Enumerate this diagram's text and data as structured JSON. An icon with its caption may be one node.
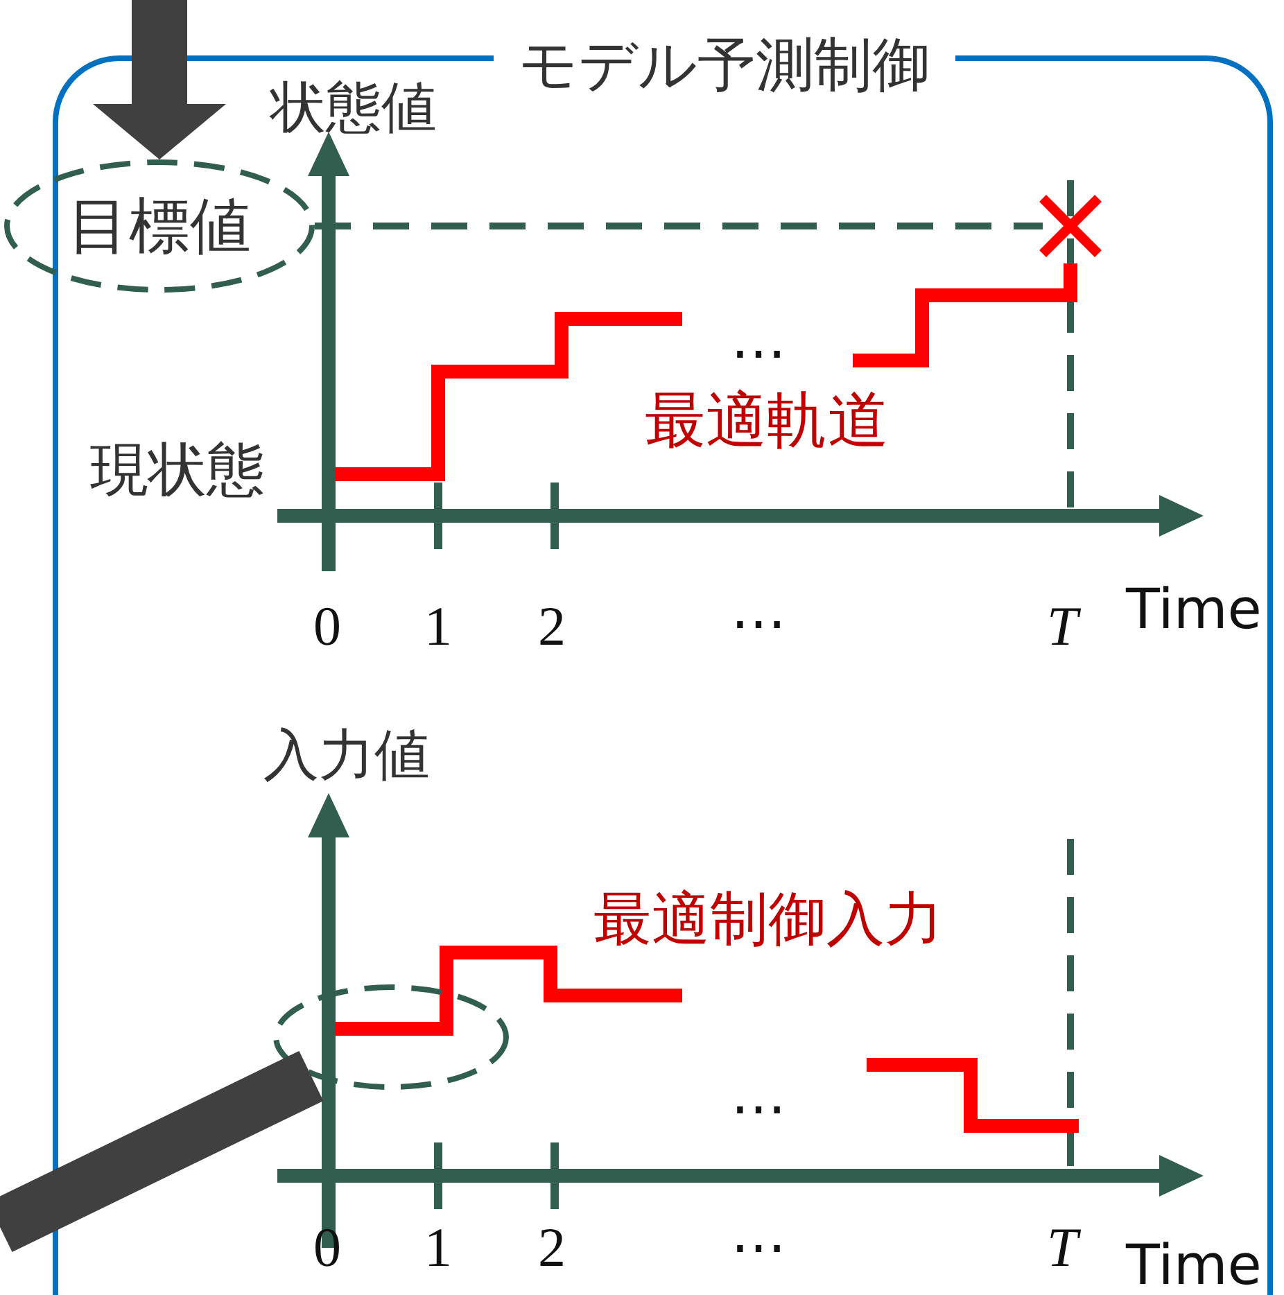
{
  "diagram": {
    "nodes": [
      {
        "text": [
          "モデル予測制御"
        ]
      },
      {
        "text": [
          "目標値"
        ]
      },
      {
        "text": [],
        "shape": "circle",
        "in": 0
      },
      {
        "text": [],
        "shape": "cross",
        "in": 0
      }
    ],
    "edges": [
      {
        "from": null,
        "to": 1,
        "arrow": "to"
      },
      {
        "from": 2,
        "to": null,
        "arrow": "none"
      },
      {
        "from": 1,
        "to": 3,
        "arrow": "none",
        "style": "dashed",
        "color": "#325e50"
      }
    ],
    "labels": [
      "状態値",
      "現状態",
      "最適軌道",
      "0",
      "1",
      "2",
      "…",
      "…",
      "T",
      "Time",
      "入力値",
      "最適制御入力",
      "…",
      "0",
      "1",
      "2",
      "…",
      "T",
      "Time"
    ]
  }
}
